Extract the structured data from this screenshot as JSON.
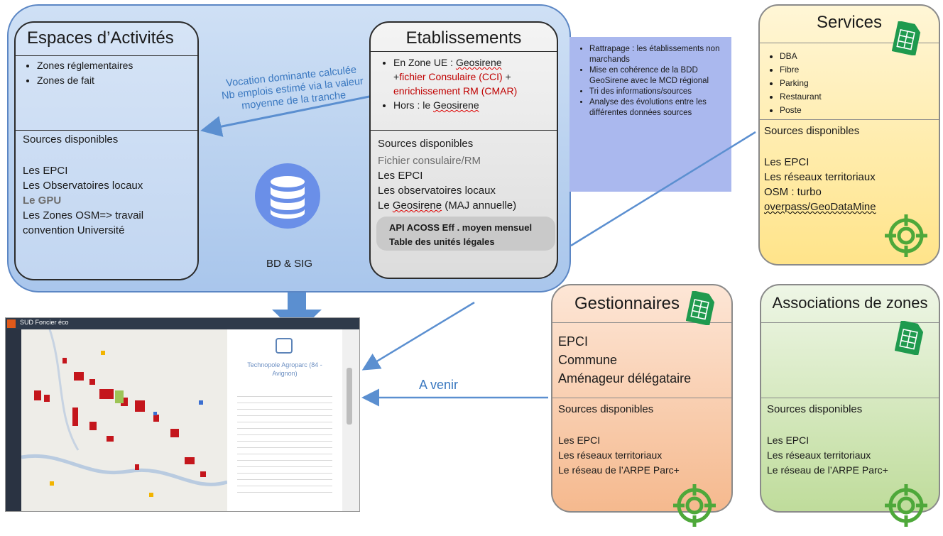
{
  "espaces": {
    "title": "Espaces d’Activités",
    "bullets": [
      "Zones réglementaires",
      "Zones de fait"
    ],
    "sources_title": "Sources disponibles",
    "sources": [
      "Les EPCI",
      "Les Observatoires locaux",
      "Le GPU",
      "Les Zones OSM=> travail",
      "convention Université"
    ]
  },
  "arrow_label": [
    "Vocation dominante calculée",
    "Nb emplois estimé via la valeur",
    "moyenne de la tranche"
  ],
  "db_label": "BD & SIG",
  "etablissements": {
    "title": "Etablissements",
    "line1_a": "En Zone UE : ",
    "line1_b": "Geosirene",
    "line2_a": "+",
    "line2_b": "fichier Consulaire (CCI)",
    "line2_c": " +",
    "line3": "enrichissement RM (CMAR)",
    "line4_a": "Hors : le ",
    "line4_b": "Geosirene",
    "sources_title": "Sources disponibles",
    "source_gray": "Fichier consulaire/RM",
    "source2": "Les EPCI",
    "source3": "Les observatoires locaux",
    "source4_a": "Le ",
    "source4_b": "Geosirene",
    "source4_c": " (MAJ annuelle)",
    "api_line1": "API ACOSS Eff . moyen mensuel",
    "api_line2": "Table des unités légales"
  },
  "note_bullets": [
    "Rattrapage : les établissements non marchands",
    "Mise en cohérence de la BDD GeoSirene avec le MCD régional",
    "Tri des informations/sources",
    "Analyse des évolutions entre les différentes données sources"
  ],
  "services": {
    "title": "Services",
    "bullets": [
      "DBA",
      "Fibre",
      "Parking",
      "Restaurant",
      "Poste"
    ],
    "sources_title": "Sources disponibles",
    "sources": [
      "Les EPCI",
      "Les réseaux territoriaux",
      "OSM : turbo",
      "overpass/GeoDataMine"
    ]
  },
  "gestionnaires": {
    "title": "Gestionnaires",
    "items": [
      "EPCI",
      "Commune",
      "Aménageur délégataire"
    ],
    "sources_title": "Sources disponibles",
    "sources": [
      "Les EPCI",
      "Les réseaux territoriaux",
      "Le réseau de l’ARPE Parc+"
    ]
  },
  "associations": {
    "title": "Associations de zones",
    "sources_title": "Sources disponibles",
    "sources": [
      "Les EPCI",
      "Les réseaux territoriaux",
      "Le réseau de l’ARPE Parc+"
    ]
  },
  "a_venir": "A venir",
  "app": {
    "title": "SUD Foncier éco",
    "panel_title": "Technopole Agroparc (84 - Avignon)"
  },
  "colors": {
    "blue_box": "#b9d1ef",
    "arrow": "#5b8fd0",
    "red_text": "#c00000",
    "services_bg": "#ffe48a",
    "gestionnaires_bg": "#f5b98e",
    "associations_bg": "#bfdc9b",
    "target": "#4ea83a",
    "doc": "#1f9a4e"
  }
}
